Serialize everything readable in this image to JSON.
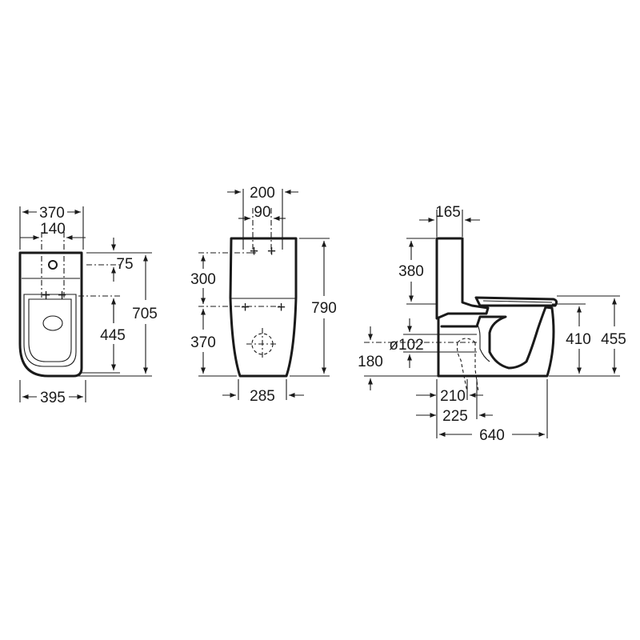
{
  "top_view": {
    "width_top": "370",
    "hole_spacing": "140",
    "tank_offset": "75",
    "seat_length": "445",
    "total_length": "705",
    "width_bottom": "395"
  },
  "front_view": {
    "tank_width": "200",
    "button_spacing": "90",
    "fixing_height": "300",
    "bowl_height": "370",
    "total_height": "790",
    "base_width": "285"
  },
  "side_view": {
    "tank_depth": "165",
    "tank_height": "380",
    "outlet_diameter": "ø102",
    "outlet_height": "180",
    "seat_height": "410",
    "rim_height": "455",
    "outlet_offset_1": "210",
    "outlet_offset_2": "225",
    "total_depth": "640"
  }
}
